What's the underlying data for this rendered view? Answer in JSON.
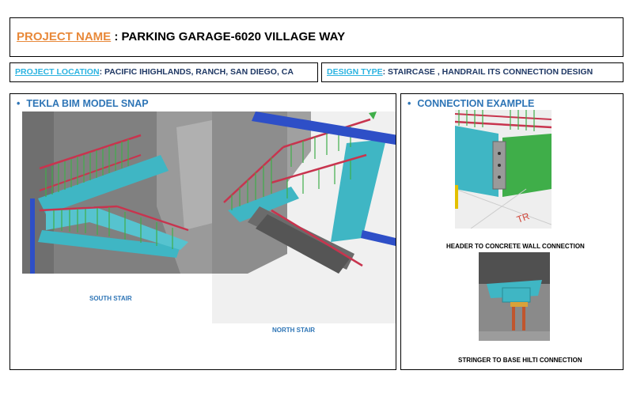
{
  "header": {
    "project_name_label": "PROJECT NAME",
    "project_name_value": " : PARKING GARAGE-6020 VILLAGE WAY",
    "location_label": "PROJECT LOCATION",
    "location_value": ": PACIFIC IHIGHLANDS, RANCH, SAN DIEGO, CA",
    "design_type_label": "DESIGN TYPE",
    "design_type_value": ":  STAIRCASE , HANDRAIL ITS CONNECTION DESIGN"
  },
  "left_panel": {
    "heading": "TEKLA BIM MODEL SNAP",
    "south_caption": "SOUTH STAIR",
    "north_caption": "NORTH STAIR"
  },
  "right_panel": {
    "heading": "CONNECTION EXAMPLE",
    "header_caption": "HEADER TO CONCRETE WALL CONNECTION",
    "stringer_caption": "STRINGER TO BASE HILTI CONNECTION",
    "drawing_text": "TR"
  },
  "colors": {
    "accent_orange": "#e8893a",
    "accent_cyan": "#2bb3e0",
    "heading_blue": "#2e75b6",
    "value_navy": "#1f3864",
    "rail_red": "#c8344e",
    "rail_green": "#3fae49",
    "stringer_teal": "#3fb6c4"
  }
}
